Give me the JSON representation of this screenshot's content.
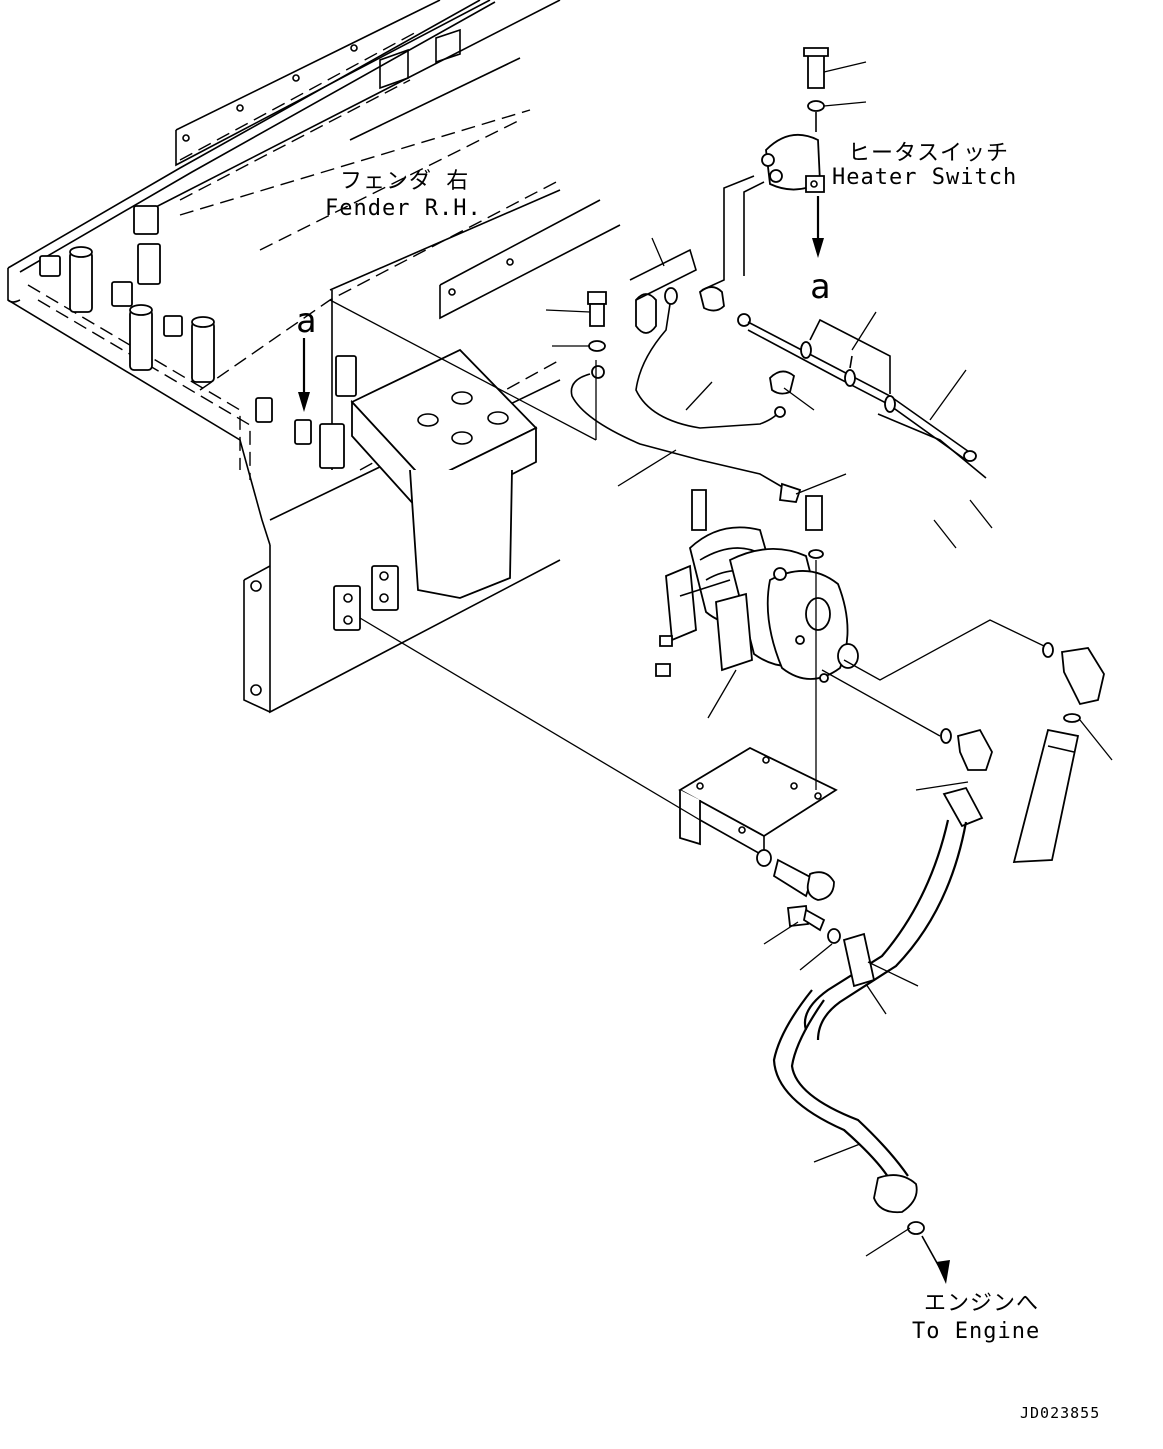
{
  "labels": {
    "fender_jp": "フェンダ 右",
    "fender_en": "Fender R.H.",
    "heater_switch_jp": "ヒータスイッチ",
    "heater_switch_en": "Heater Switch",
    "view_a_left": "a",
    "view_a_right": "a",
    "to_engine_jp": "エンジンへ",
    "to_engine_en": "To Engine",
    "drawing_id": "JD023855"
  }
}
